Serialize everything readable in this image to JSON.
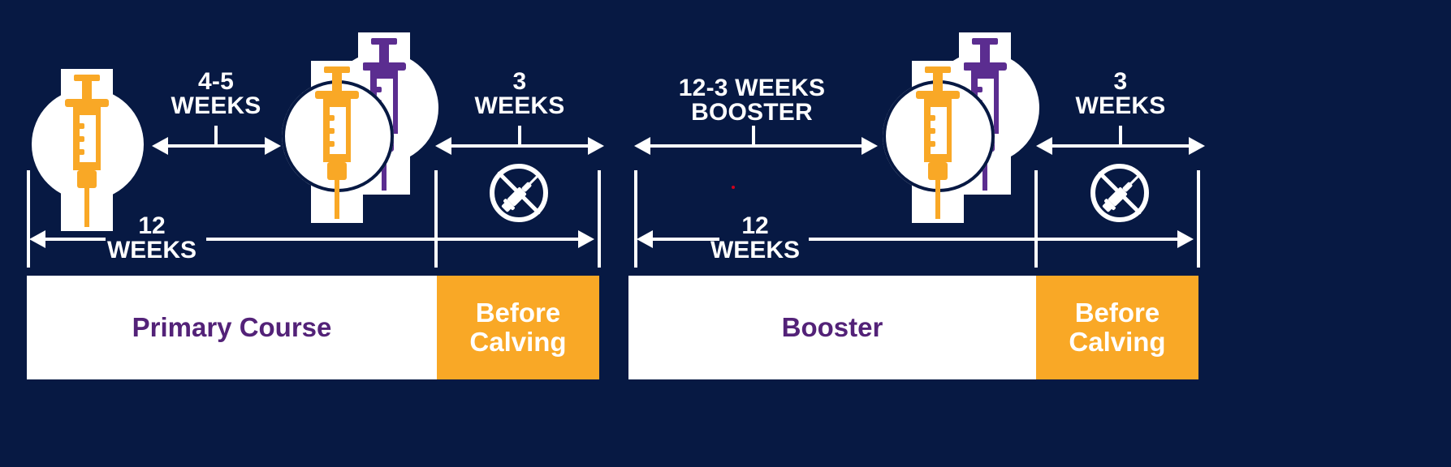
{
  "meta": {
    "title": "Vaccination Timeline",
    "bg_color": "#071943",
    "accent_orange": "#f9a826",
    "accent_purple": "#5b2d90",
    "text_purple": "#532278",
    "white": "#ffffff",
    "red_dot": "#d0021b"
  },
  "panels": [
    {
      "id": "primary",
      "gaps": [
        {
          "name": "gap-4-5-weeks",
          "label": "4-5\nWEEKS"
        },
        {
          "name": "gap-3-weeks",
          "label": "3\nWEEKS"
        }
      ],
      "span": {
        "name": "span-12-weeks",
        "label": "12\nWEEKS"
      },
      "icons": [
        {
          "name": "syringe-single-orange",
          "type": "syringe-single"
        },
        {
          "name": "syringe-double-orange-purple",
          "type": "syringe-double"
        },
        {
          "name": "no-syringe",
          "type": "no-syringe"
        }
      ],
      "bars": [
        {
          "name": "bar-primary-course",
          "label": "Primary Course",
          "style": "white"
        },
        {
          "name": "bar-before-calving",
          "label": "Before\nCalving",
          "style": "orange"
        }
      ]
    },
    {
      "id": "booster",
      "gaps": [
        {
          "name": "gap-12-3-weeks-booster",
          "label": "12-3 WEEKS\nBOOSTER"
        },
        {
          "name": "gap-3-weeks",
          "label": "3\nWEEKS"
        }
      ],
      "span": {
        "name": "span-12-weeks",
        "label": "12\nWEEKS"
      },
      "icons": [
        {
          "name": "syringe-double-orange-purple",
          "type": "syringe-double"
        },
        {
          "name": "no-syringe",
          "type": "no-syringe"
        }
      ],
      "bars": [
        {
          "name": "bar-booster",
          "label": "Booster",
          "style": "white"
        },
        {
          "name": "bar-before-calving",
          "label": "Before\nCalving",
          "style": "orange"
        }
      ]
    }
  ],
  "chart_data": {
    "type": "table",
    "title": "Vaccination Timeline",
    "rows": [
      {
        "course": "Primary Course",
        "interval_1": "4-5 WEEKS",
        "interval_2": "3 WEEKS",
        "total": "12 WEEKS",
        "end": "Before Calving"
      },
      {
        "course": "Booster",
        "interval_1": "12-3 WEEKS BOOSTER",
        "interval_2": "3 WEEKS",
        "total": "12 WEEKS",
        "end": "Before Calving"
      }
    ]
  }
}
